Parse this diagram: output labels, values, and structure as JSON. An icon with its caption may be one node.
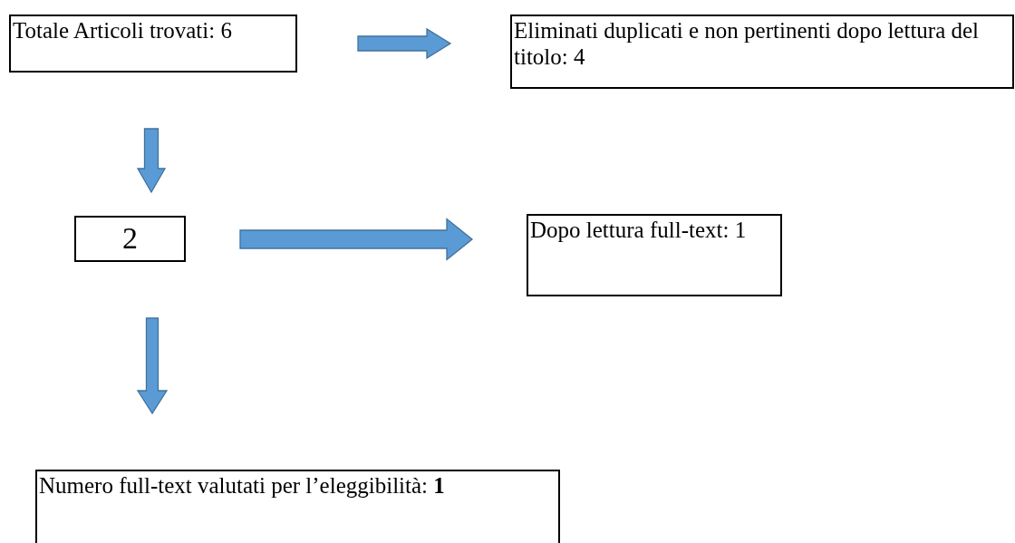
{
  "diagram": {
    "nodes": [
      {
        "text": [
          "Totale Articoli trovati: 6"
        ]
      },
      {
        "text": [
          "Eliminati duplicati e non pertinenti dopo lettura del titolo: 4"
        ]
      },
      {
        "text": [
          "2"
        ]
      },
      {
        "text": [
          "Dopo lettura full-text: 1"
        ]
      },
      {
        "text": [
          "Numero full-text valutati per l’eleggibilità: **1**"
        ]
      }
    ],
    "edges": [
      {
        "from": 0,
        "to": 1,
        "arrow": "to"
      },
      {
        "from": 0,
        "to": 2,
        "arrow": "to"
      },
      {
        "from": 2,
        "to": 3,
        "arrow": "to"
      },
      {
        "from": 2,
        "to": 4,
        "arrow": "to"
      }
    ]
  }
}
